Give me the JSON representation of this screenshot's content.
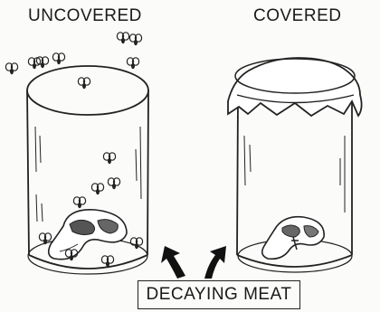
{
  "labels": {
    "uncovered": "UNCOVERED",
    "covered": "COVERED",
    "decaying_meat": "DECAYING MEAT"
  },
  "colors": {
    "ink": "#222222",
    "background": "#fbfbf9"
  },
  "icons": [
    "fly-icon",
    "arrow-icon",
    "meat-icon",
    "jar-icon",
    "cloth-cover-icon"
  ]
}
